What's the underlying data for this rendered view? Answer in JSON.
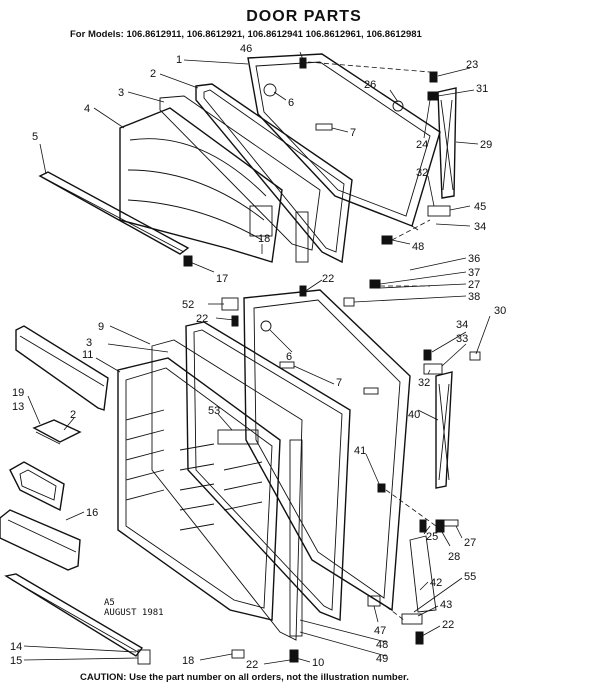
{
  "header": {
    "title": "DOOR PARTS",
    "models": "For Models: 106.8612911, 106.8612921, 106.8612941 106.8612961, 106.8612981"
  },
  "stamp": {
    "line1": "A5",
    "line2": "AUGUST 1981"
  },
  "footer": {
    "caution": "CAUTION: Use the part number on all orders, not the illustration number."
  },
  "callouts": {
    "c1": "1",
    "c2": "2",
    "c3": "3",
    "c4": "4",
    "c5": "5",
    "c6": "6",
    "c7": "7",
    "c46": "46",
    "c23": "23",
    "c26": "26",
    "c31": "31",
    "c24": "24",
    "c29": "29",
    "c32": "32",
    "c45": "45",
    "c34": "34",
    "c48": "48",
    "c18": "18",
    "c17": "17",
    "c22a": "22",
    "c36": "36",
    "c37": "37",
    "c27a": "27",
    "c38": "38",
    "c52": "52",
    "c22b": "22",
    "c30": "30",
    "c9": "9",
    "c3b": "3",
    "c11": "11",
    "c6b": "6",
    "c34b": "34",
    "c33": "33",
    "c7b": "7",
    "c19": "19",
    "c13": "13",
    "c2b": "2",
    "c53": "53",
    "c32b": "32",
    "c40": "40",
    "c41": "41",
    "c16": "16",
    "c25": "25",
    "c28": "28",
    "c27b": "27",
    "c42": "42",
    "c55": "55",
    "c43": "43",
    "c47": "47",
    "c48b": "48",
    "c49": "49",
    "c22c": "22",
    "c14": "14",
    "c15": "15",
    "c18b": "18",
    "c22d": "22",
    "c10": "10"
  }
}
